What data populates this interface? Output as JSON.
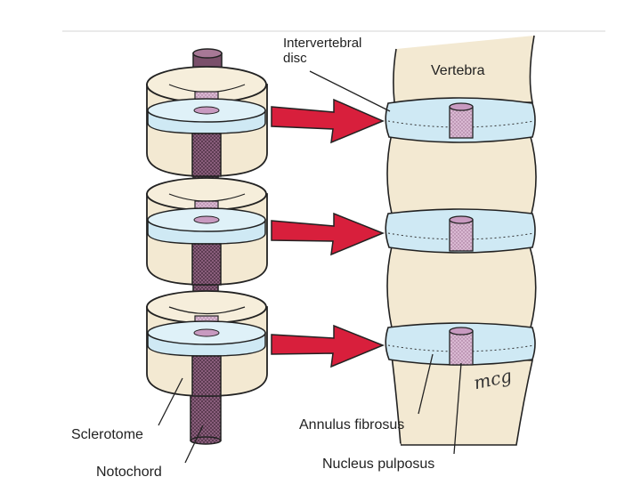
{
  "labels": {
    "intervertebral_disc": "Intervertebral\ndisc",
    "vertebra": "Vertebra",
    "sclerotome": "Sclerotome",
    "notochord": "Notochord",
    "annulus_fibrosus": "Annulus fibrosus",
    "nucleus_pulposus": "Nucleus pulposus"
  },
  "signature": "mcg",
  "colors": {
    "sclerotome_fill": "#f3e9d2",
    "disc_fill": "#cfe9f4",
    "notochord_fill": "#7a4f6a",
    "nucleus_fill": "#c89ac0",
    "arrow_fill": "#d81f3c",
    "outline": "#222222",
    "top_rule": "#cfcfcf"
  }
}
